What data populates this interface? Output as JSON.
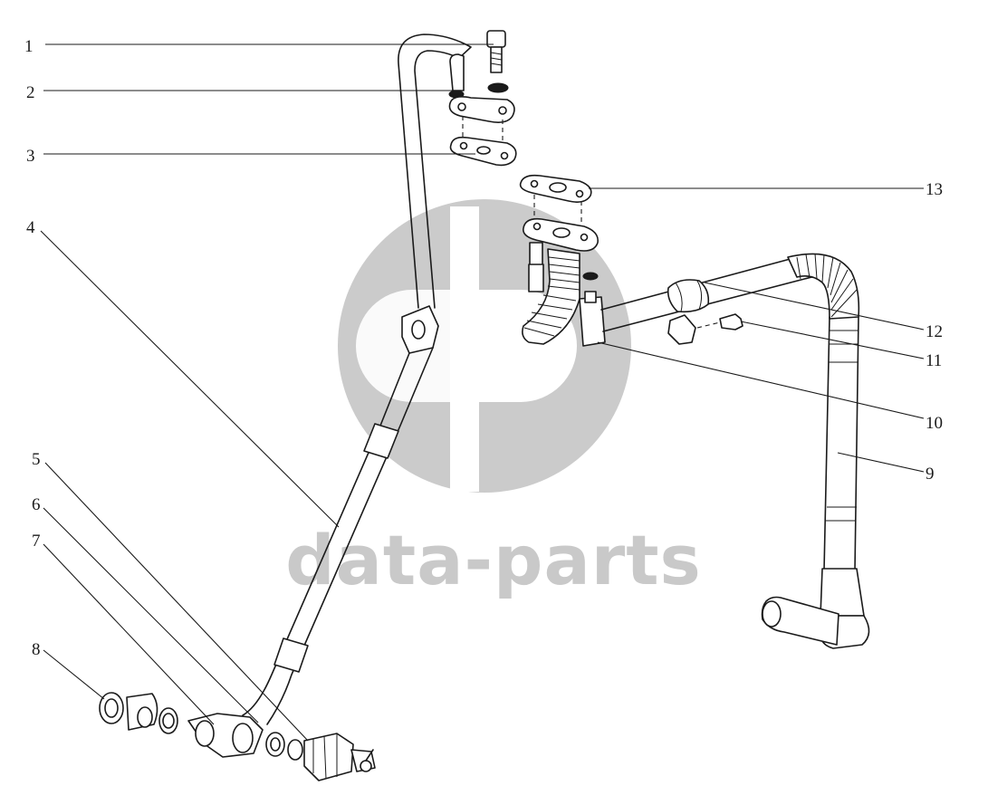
{
  "watermark": {
    "text": "data-parts",
    "color": "#c9c9c9"
  },
  "callouts": [
    {
      "id": "1",
      "label": "1"
    },
    {
      "id": "2",
      "label": "2"
    },
    {
      "id": "3",
      "label": "3"
    },
    {
      "id": "4",
      "label": "4"
    },
    {
      "id": "5",
      "label": "5"
    },
    {
      "id": "6",
      "label": "6"
    },
    {
      "id": "7",
      "label": "7"
    },
    {
      "id": "8",
      "label": "8"
    },
    {
      "id": "9",
      "label": "9"
    },
    {
      "id": "10",
      "label": "10"
    },
    {
      "id": "11",
      "label": "11"
    },
    {
      "id": "12",
      "label": "12"
    },
    {
      "id": "13",
      "label": "13"
    }
  ]
}
